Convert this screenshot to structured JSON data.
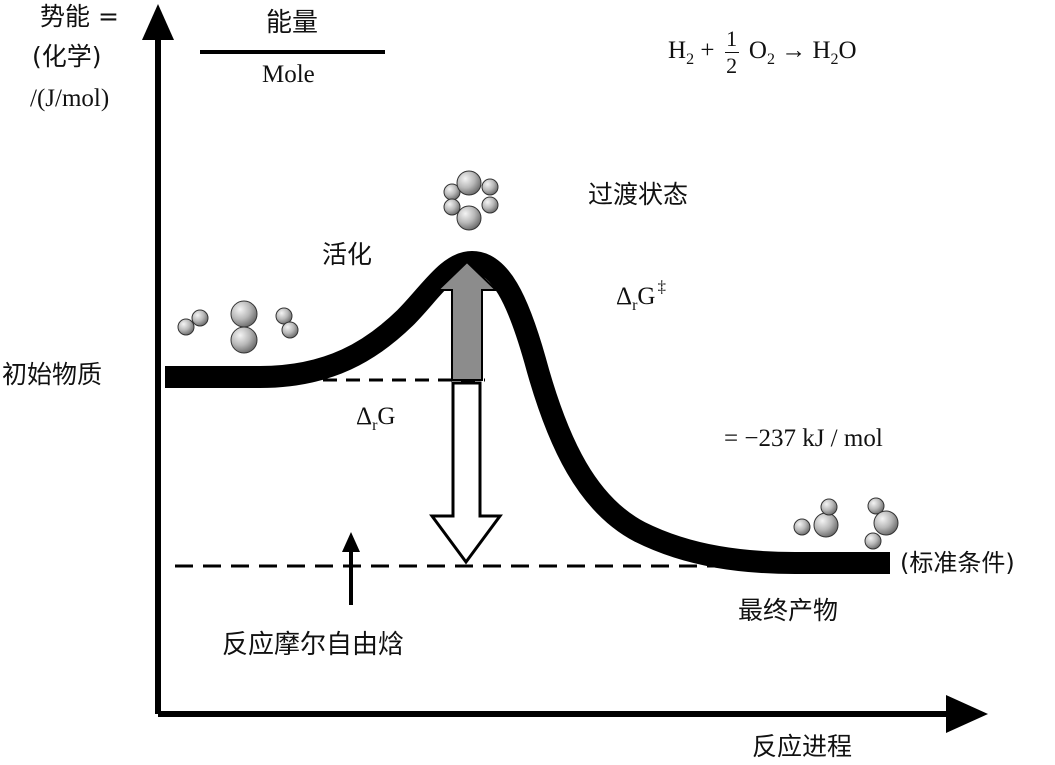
{
  "y_axis_label": {
    "line1": "势能 =",
    "line2": "(化学)",
    "line3": "/(J/mol)"
  },
  "legend": {
    "numerator": "能量",
    "denominator": "Mole"
  },
  "equation": {
    "reactant1": "H",
    "reactant1_sub": "2",
    "plus": "+",
    "frac_num": "1",
    "frac_den": "2",
    "reactant2": "O",
    "reactant2_sub": "2",
    "arrow": "→",
    "product": "H",
    "product_sub": "2",
    "product_tail": "O"
  },
  "labels": {
    "transition_state": "过渡状态",
    "activation": "活化",
    "activation_energy": {
      "delta": "Δ",
      "sub": "r",
      "symbol": "G",
      "sup": "‡"
    },
    "initial_substance": "初始物质",
    "delta_g": {
      "delta": "Δ",
      "sub": "r",
      "symbol": "G"
    },
    "delta_g_value": "= −237 kJ / mol",
    "standard_conditions": "(标准条件)",
    "final_product": "最终产物",
    "gibbs_energy": "反应摩尔自由焓",
    "x_axis": "反应进程"
  },
  "colors": {
    "curve": "#000000",
    "activation_arrow": "#8c8c8c",
    "molecule": "#b5b5b5"
  }
}
